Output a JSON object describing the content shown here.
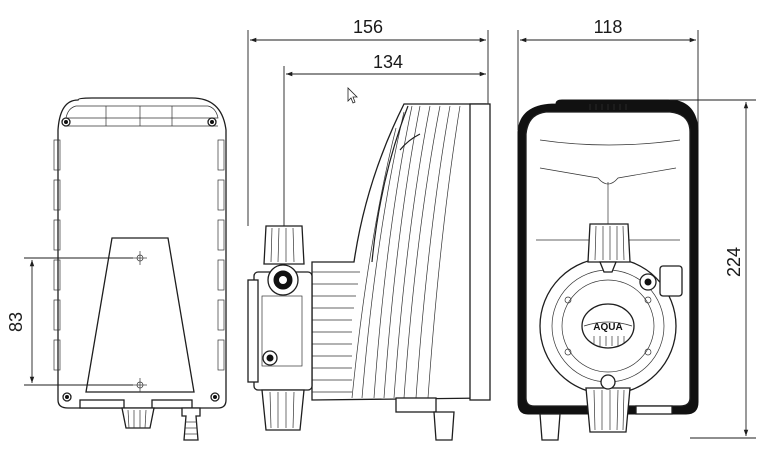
{
  "dimensions": {
    "overall_width_side": "156",
    "inner_width_side": "134",
    "width_front": "118",
    "height_front": "224",
    "mount_hole_spacing": "83"
  },
  "logo_text": "AQUA",
  "colors": {
    "line": "#1e1e1e",
    "fill_dark": "#111111",
    "background": "#ffffff"
  }
}
